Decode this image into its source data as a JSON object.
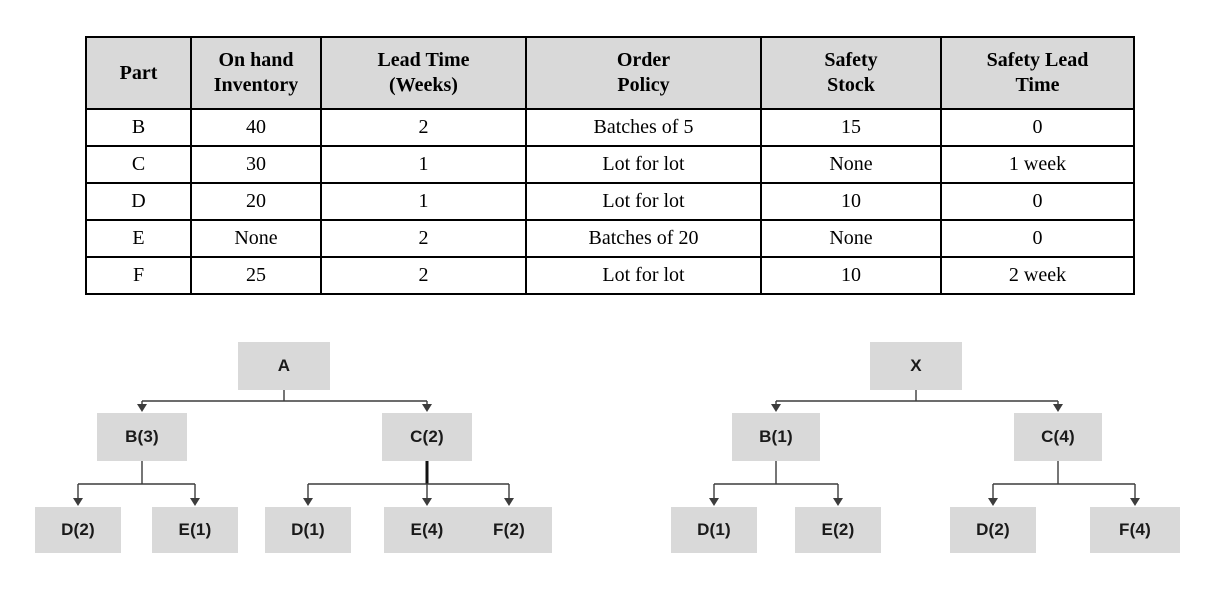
{
  "table": {
    "columns": [
      "Part",
      "On hand\nInventory",
      "Lead Time\n(Weeks)",
      "Order\nPolicy",
      "Safety\nStock",
      "Safety Lead\nTime"
    ],
    "rows": [
      [
        "B",
        "40",
        "2",
        "Batches of 5",
        "15",
        "0"
      ],
      [
        "C",
        "30",
        "1",
        "Lot for lot",
        "None",
        "1 week"
      ],
      [
        "D",
        "20",
        "1",
        "Lot for lot",
        "10",
        "0"
      ],
      [
        "E",
        "None",
        "2",
        "Batches of 20",
        "None",
        "0"
      ],
      [
        "F",
        "25",
        "2",
        "Lot for lot",
        "10",
        "2 week"
      ]
    ]
  },
  "trees": [
    {
      "name": "product-structure-A",
      "root": "A",
      "nodes": [
        {
          "label": "A",
          "parent": null
        },
        {
          "label": "B(3)",
          "parent": "A"
        },
        {
          "label": "C(2)",
          "parent": "A"
        },
        {
          "label": "D(2)",
          "parent": "B(3)"
        },
        {
          "label": "E(1)",
          "parent": "B(3)"
        },
        {
          "label": "D(1)",
          "parent": "C(2)"
        },
        {
          "label": "E(4)",
          "parent": "C(2)"
        },
        {
          "label": "F(2)",
          "parent": "C(2)"
        }
      ]
    },
    {
      "name": "product-structure-X",
      "root": "X",
      "nodes": [
        {
          "label": "X",
          "parent": null
        },
        {
          "label": "B(1)",
          "parent": "X"
        },
        {
          "label": "C(4)",
          "parent": "X"
        },
        {
          "label": "D(1)",
          "parent": "B(1)"
        },
        {
          "label": "E(2)",
          "parent": "B(1)"
        },
        {
          "label": "D(2)",
          "parent": "C(4)"
        },
        {
          "label": "F(4)",
          "parent": "C(4)"
        }
      ]
    }
  ],
  "colors": {
    "box_fill": "#d9d9d9",
    "table_header_fill": "#d9d9d9",
    "table_border": "#000000",
    "connector": "#3c3c3c"
  }
}
